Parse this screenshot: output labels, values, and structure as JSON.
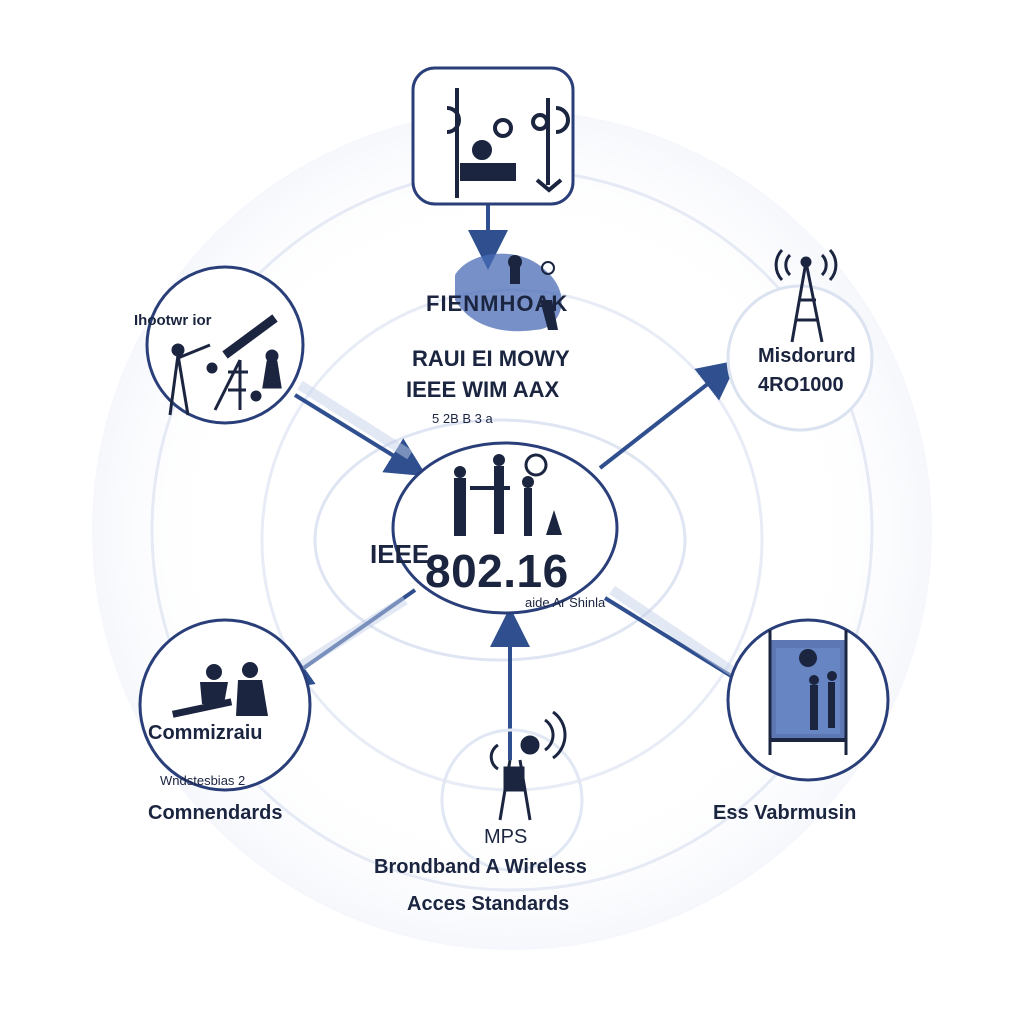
{
  "center": {
    "prefix": "IEEE",
    "number": "802.16",
    "caption": "aide Ar Shinla"
  },
  "top": {
    "heading": "FIENMHOAK",
    "line1": "RAUI EI MOWY",
    "line2": "IEEE WIM AAX",
    "line3": "5 2B B 3 a"
  },
  "upper_left": {
    "label": "Ihootwr ior"
  },
  "upper_right": {
    "line1": "Misdorurd",
    "line2": "4RO1000"
  },
  "lower_left": {
    "label": "Commizraiu",
    "sub": "Wndstesbias 2",
    "caption": "Comnendards"
  },
  "bottom": {
    "line1": "MPS",
    "line2": "Brondband A Wireless",
    "line3": "Acces Standards"
  },
  "lower_right": {
    "caption": "Ess Vabrmusin"
  },
  "colors": {
    "accent": "#2f4f8f",
    "ink": "#1b2540",
    "ring": "#d7def0",
    "node_border": "#2a3f7a"
  },
  "icons": {
    "top": "antenna-lab-icon",
    "upper_left": "telescope-icon",
    "upper_right": "radio-tower-icon",
    "lower_left": "people-meeting-icon",
    "bottom": "technician-signal-icon",
    "lower_right": "window-people-icon",
    "center": "engineers-group-icon"
  }
}
